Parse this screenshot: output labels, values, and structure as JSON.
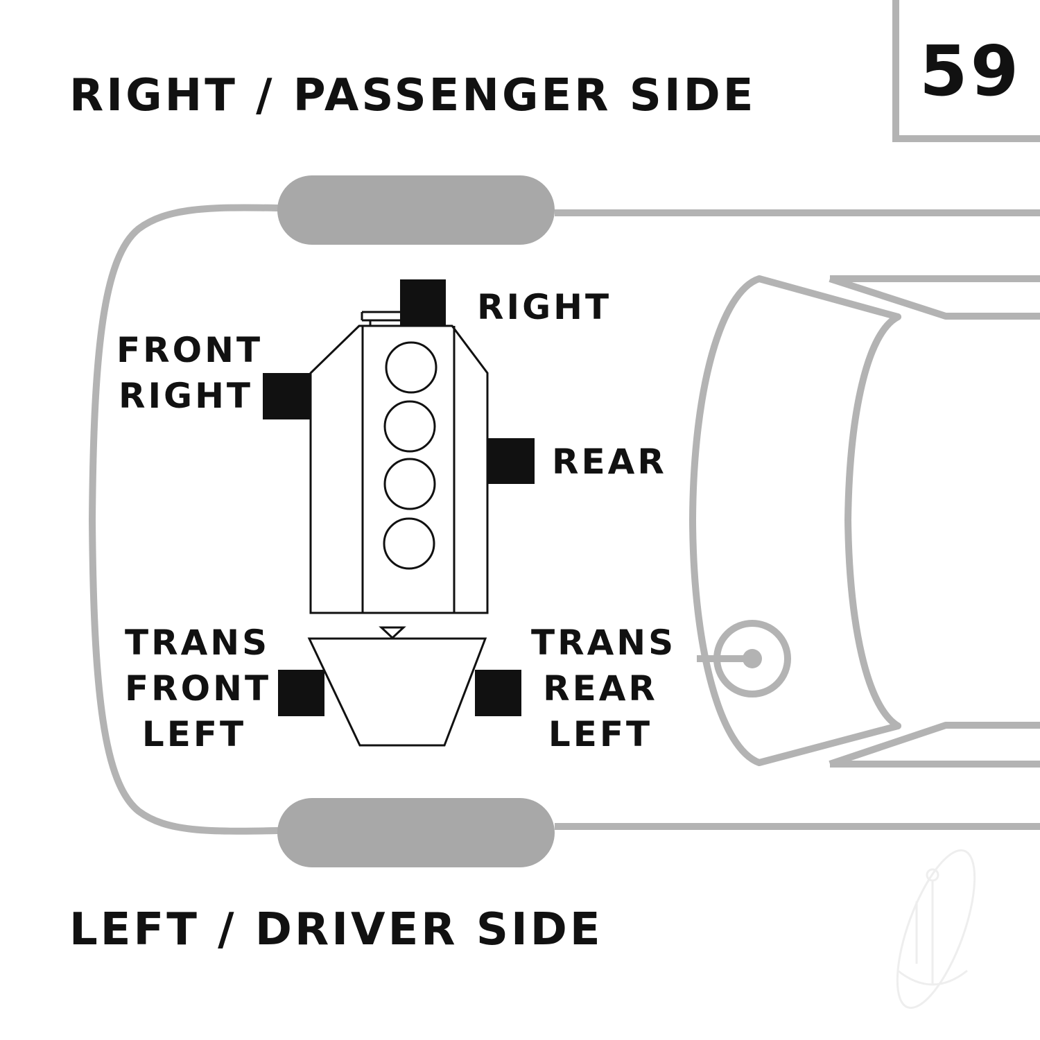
{
  "diagram_number": "59",
  "sides": {
    "top": "RIGHT / PASSENGER SIDE",
    "bottom": "LEFT / DRIVER SIDE"
  },
  "mounts": {
    "right": [
      "RIGHT"
    ],
    "front_right": [
      "FRONT",
      "RIGHT"
    ],
    "rear": [
      "REAR"
    ],
    "trans_front_left": [
      "TRANS",
      "FRONT",
      "LEFT"
    ],
    "trans_rear_left": [
      "TRANS",
      "REAR",
      "LEFT"
    ]
  },
  "colors": {
    "outline_gray": "#b3b3b3",
    "tire_gray": "#a8a8a8",
    "mount_black": "#111111",
    "engine_line": "#111111"
  }
}
